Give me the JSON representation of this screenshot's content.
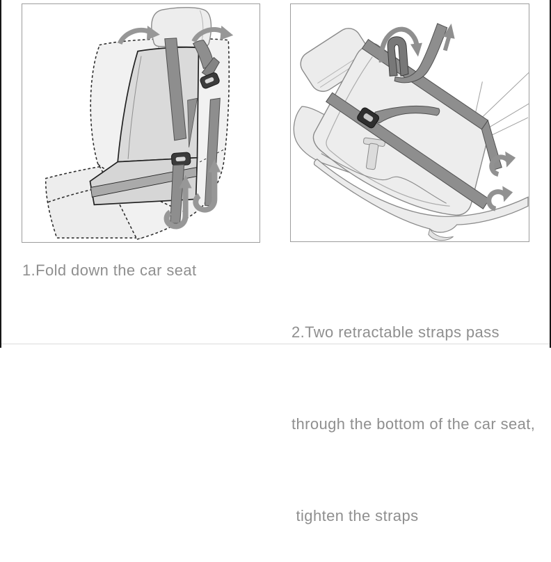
{
  "page": {
    "background": "#ffffff",
    "caption_color": "#8f8f8f",
    "panel_border_color": "#9c9c9c",
    "strap_color": "#8e8e8e",
    "arrow_color": "#979797",
    "seat_fill": "#ededed",
    "organizer_fill": "#d9d9d9"
  },
  "steps": {
    "step1": {
      "caption": "1.Fold down the car seat",
      "illustration": "upright-car-seat-dotted-outline-with-hanging-organizer-and-straps"
    },
    "step2": {
      "caption_lines": [
        "2.Two retractable straps pass",
        "through the bottom of the car seat,",
        " tighten the straps"
      ],
      "illustration": "folded-car-seat-with-two-straps-through-bottom-being-tightened"
    }
  }
}
